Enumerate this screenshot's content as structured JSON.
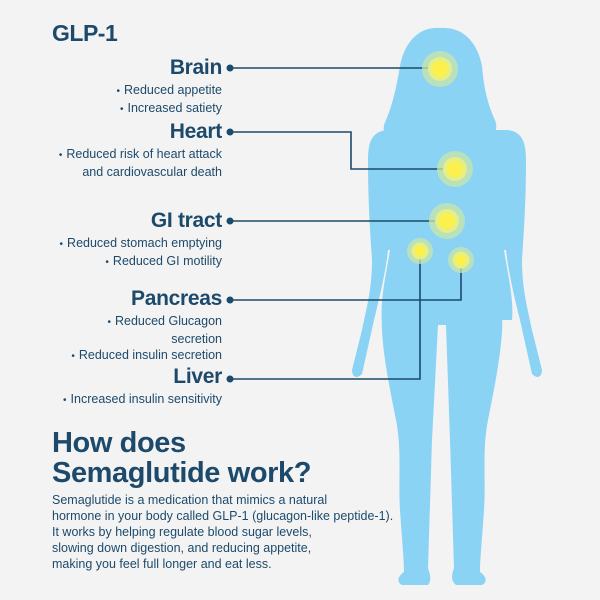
{
  "title": "GLP-1",
  "organs": [
    {
      "name": "Brain",
      "effects": [
        "Reduced appetite",
        "Increased satiety"
      ]
    },
    {
      "name": "Heart",
      "effects": [
        "Reduced risk of heart attack",
        "and cardiovascular death"
      ]
    },
    {
      "name": "GI tract",
      "effects": [
        "Reduced stomach emptying",
        "Reduced GI motility"
      ]
    },
    {
      "name": "Pancreas",
      "effects": [
        "Reduced Glucagon",
        "secretion",
        "Reduced insulin secretion"
      ]
    },
    {
      "name": "Liver",
      "effects": [
        "Increased insulin sensitivity"
      ]
    }
  ],
  "bullet": "•",
  "headline": {
    "line1": "How does",
    "line2": "Semaglutide work?"
  },
  "description": [
    "Semaglutide is a medication that mimics a natural",
    "hormone in your body called GLP-1 (glucagon-like peptide-1).",
    "It works by helping regulate blood sugar levels,",
    "slowing down digestion, and reducing appetite,",
    "making you feel full longer and eat less."
  ],
  "colors": {
    "background": "#f3f3f3",
    "text": "#1d4a6b",
    "body_silhouette": "#8bd3f5",
    "hotspot": "#fbf04c",
    "leader_line": "#1d4a6b"
  }
}
